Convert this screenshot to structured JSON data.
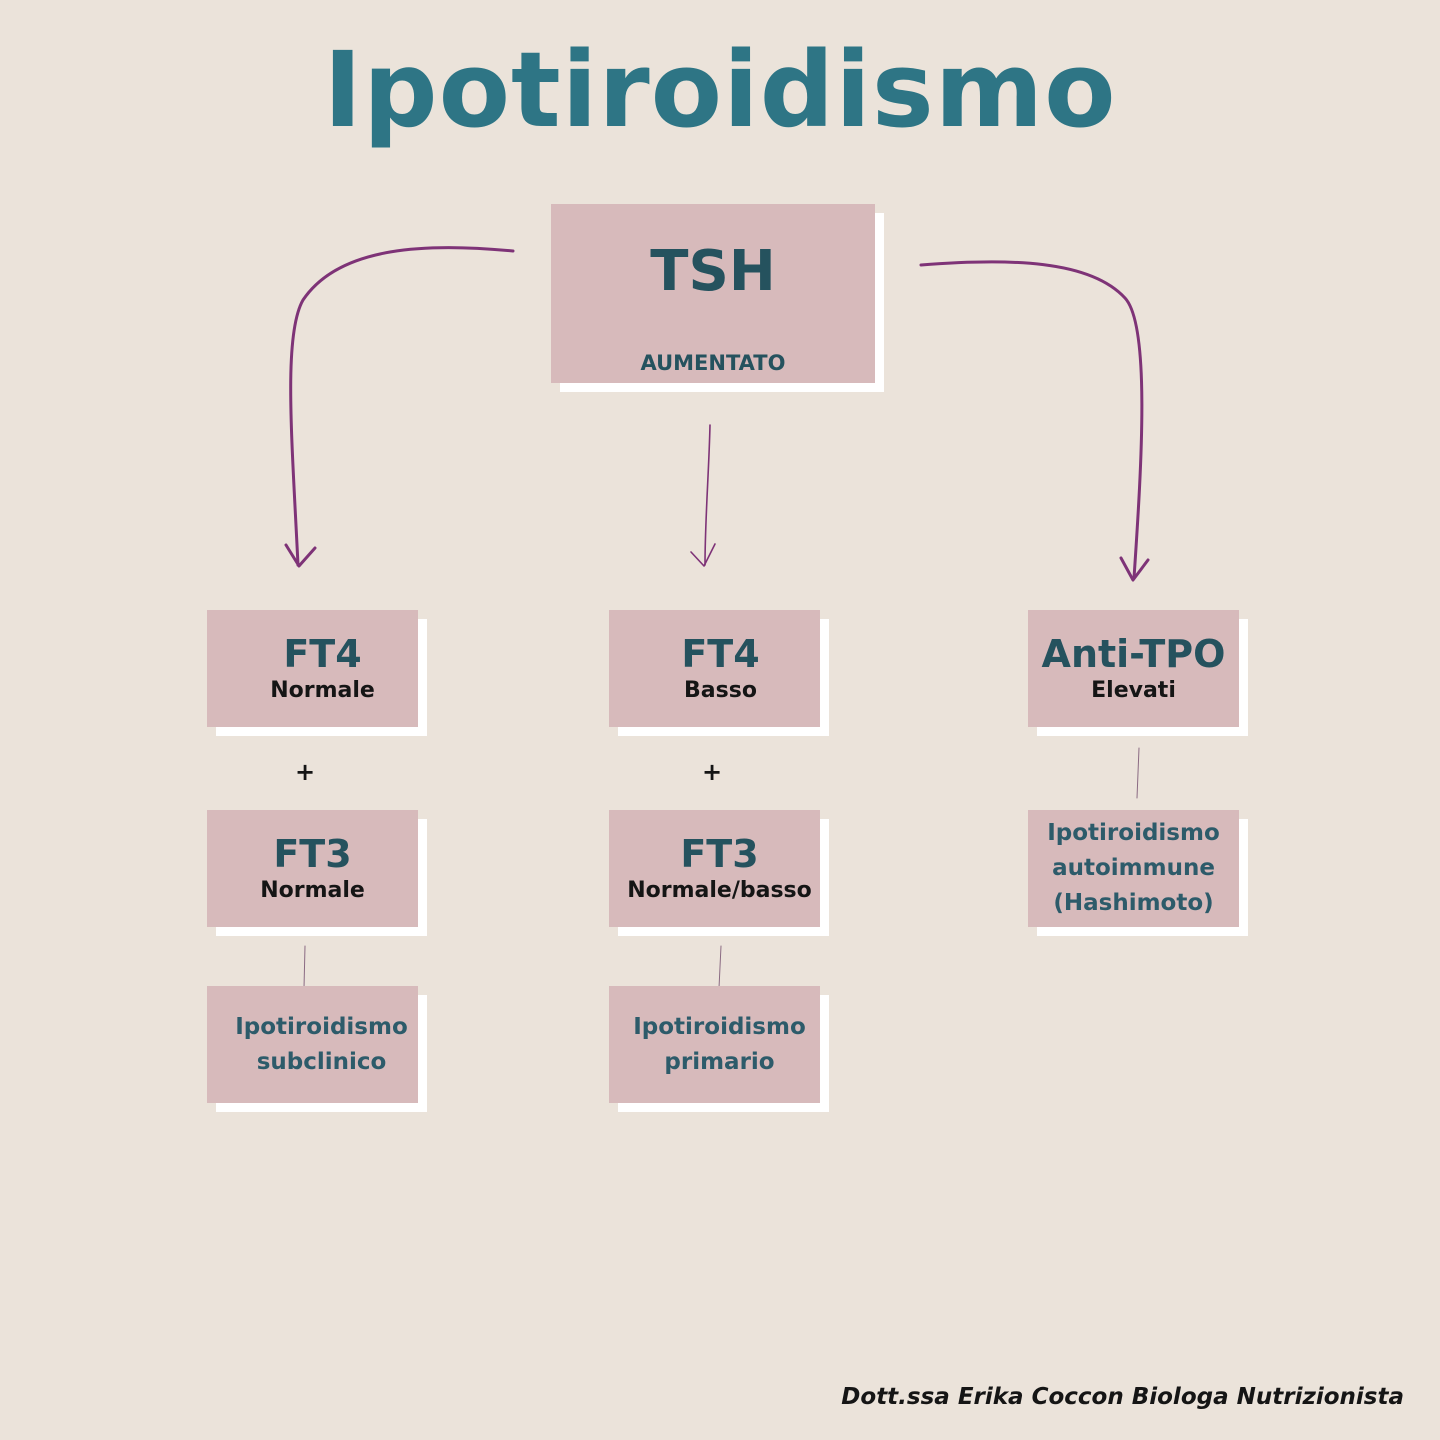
{
  "title": "Ipotiroidismo",
  "root": {
    "label": "TSH",
    "value": "AUMENTATO"
  },
  "branches": [
    {
      "steps": [
        {
          "label": "FT4",
          "value": "Normale"
        },
        {
          "label": "FT3",
          "value": "Normale"
        }
      ],
      "connector": "+",
      "result": [
        "Ipotiroidismo",
        "subclinico"
      ]
    },
    {
      "steps": [
        {
          "label": "FT4",
          "value": "Basso"
        },
        {
          "label": "FT3",
          "value": "Normale/basso"
        }
      ],
      "connector": "+",
      "result": [
        "Ipotiroidismo",
        "primario"
      ]
    },
    {
      "steps": [
        {
          "label": "Anti-TPO",
          "value": "Elevati"
        }
      ],
      "result": [
        "Ipotiroidismo",
        "autoimmune",
        "(Hashimoto)"
      ]
    }
  ],
  "footer": "Dott.ssa Erika Coccon Biologa Nutrizionista",
  "colors": {
    "background": "#ebe3da",
    "box": "#d7babb",
    "title": "#2e7585",
    "arrow": "#7e3377"
  }
}
